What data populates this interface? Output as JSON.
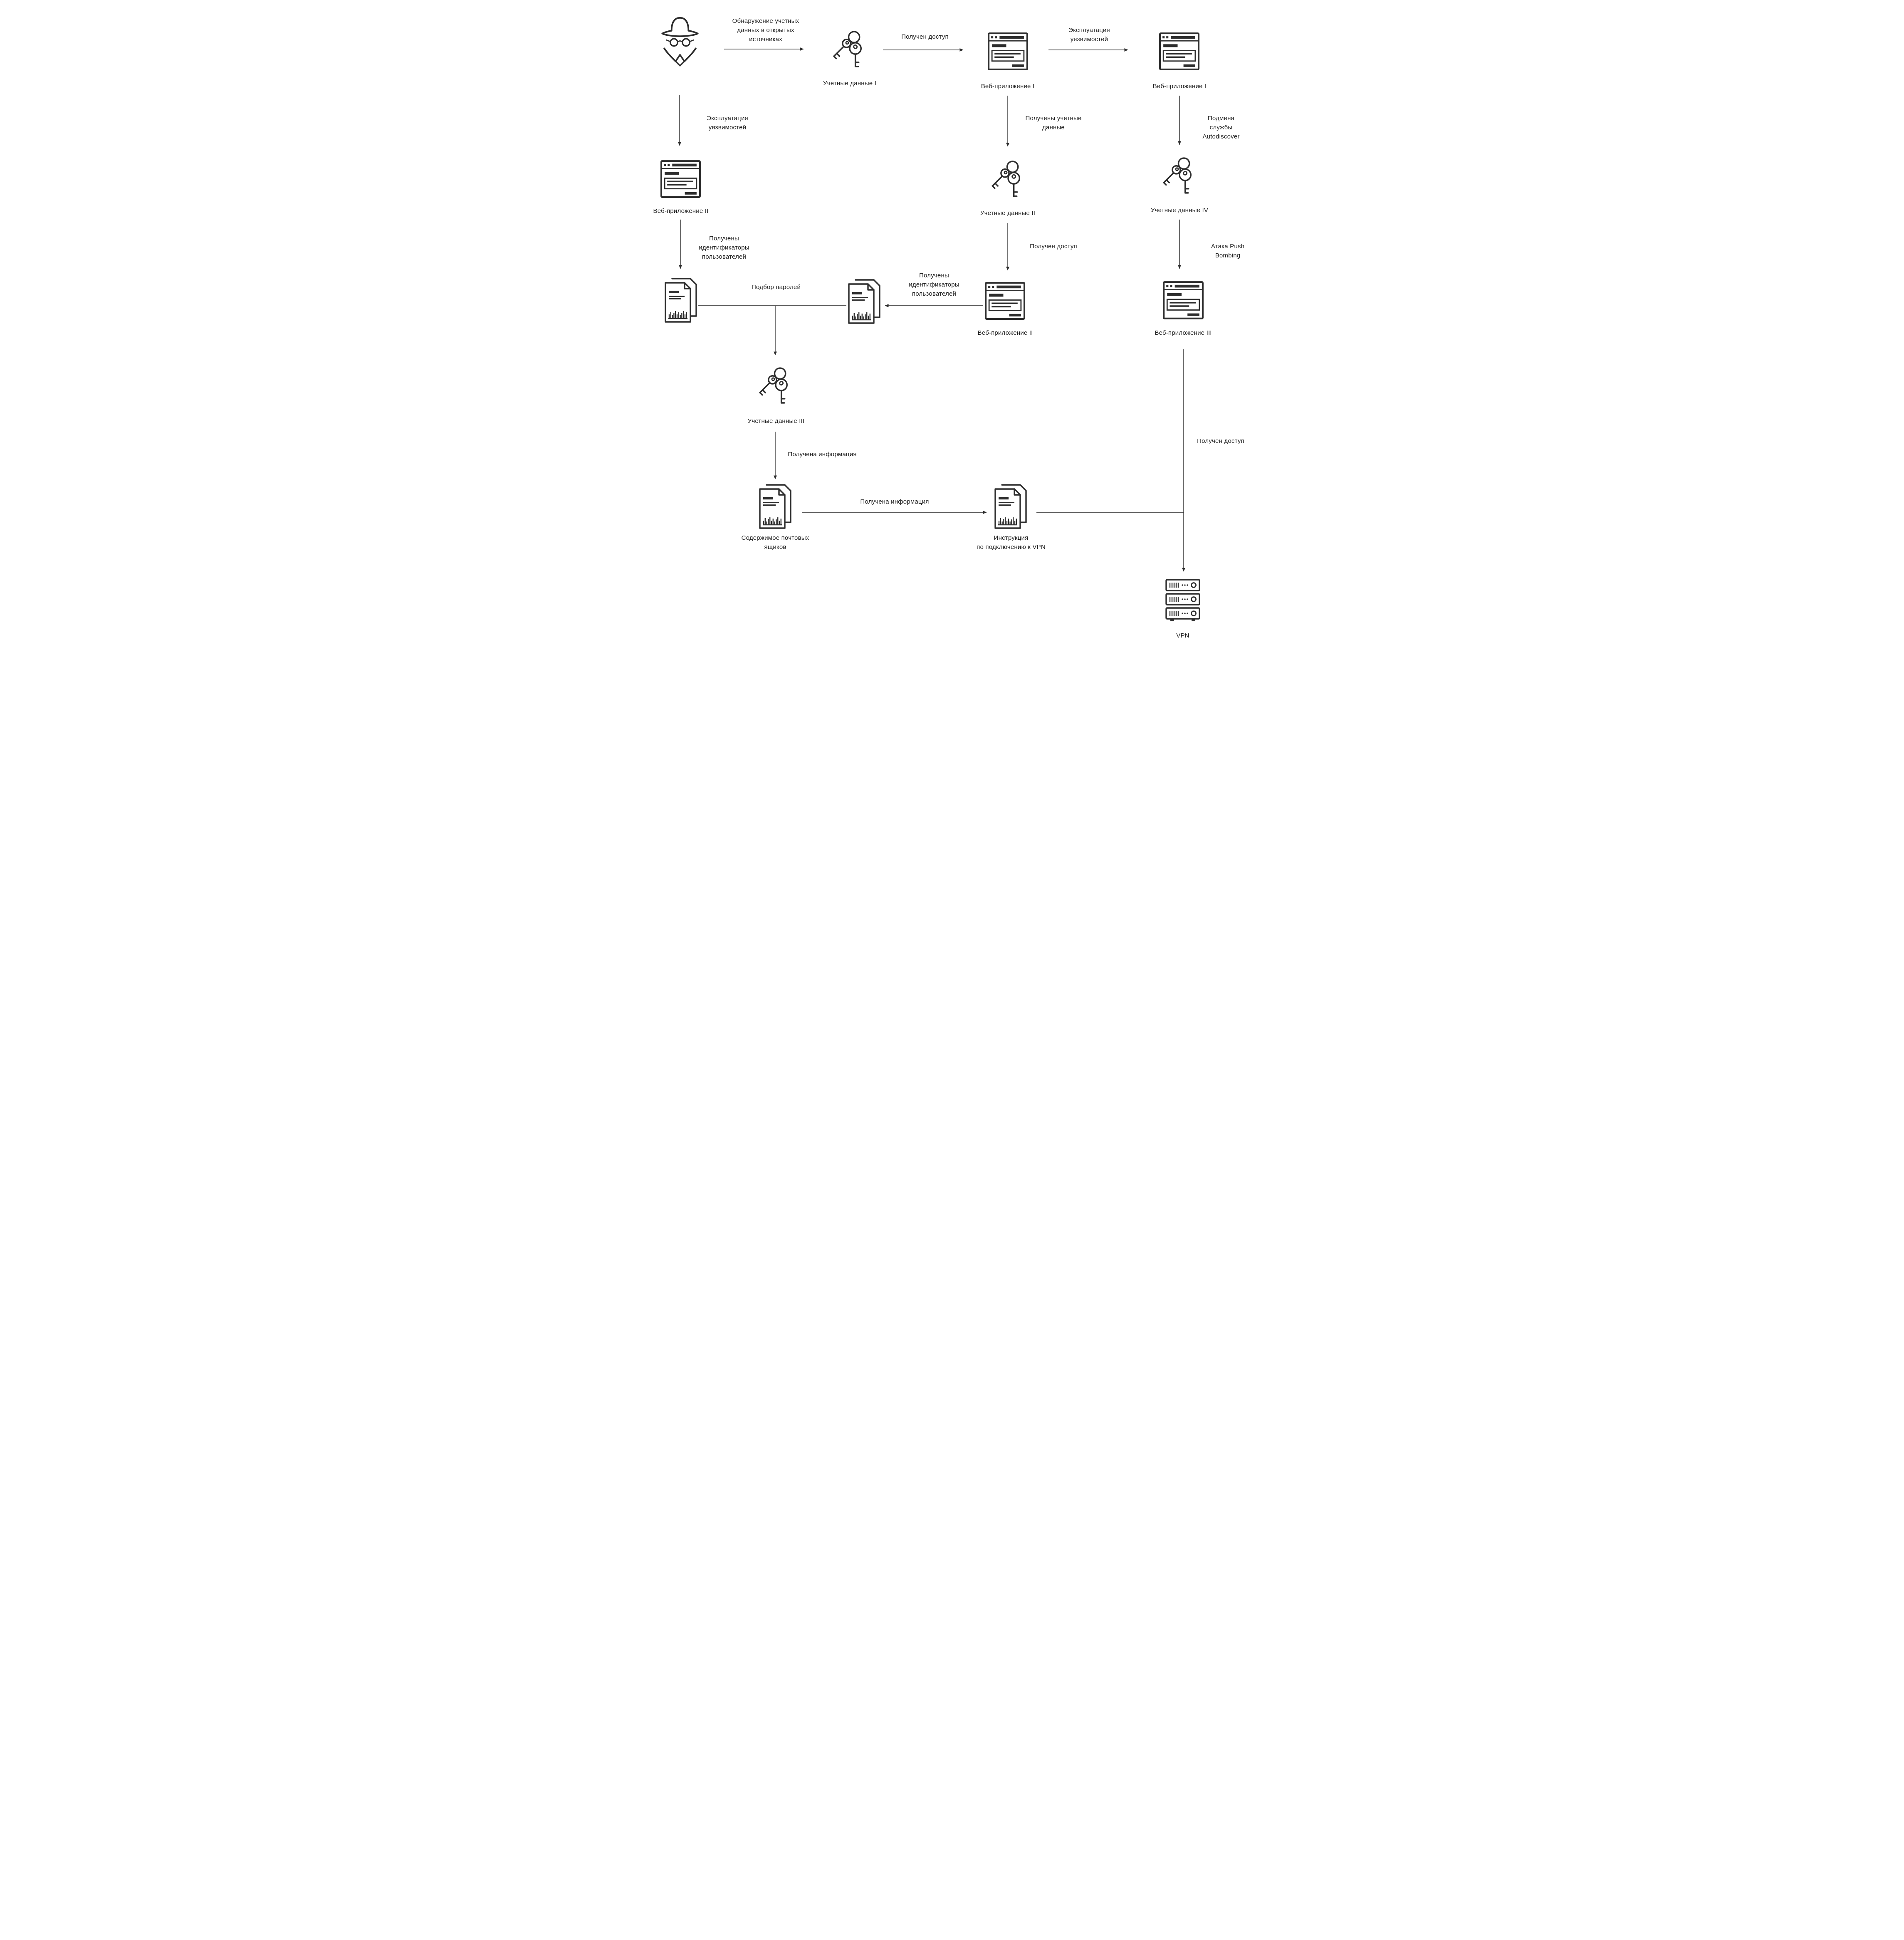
{
  "style": {
    "ink": "#2d2d2d",
    "background": "#ffffff"
  },
  "diagram": {
    "nodes": {
      "attacker": {
        "label": "",
        "icon": "spy-icon"
      },
      "credentials_1": {
        "label": "Учетные данные I",
        "icon": "keys-icon"
      },
      "webapp_1_first": {
        "label": "Веб-приложение I",
        "icon": "browser-window-icon"
      },
      "webapp_1_second": {
        "label": "Веб-приложение I",
        "icon": "browser-window-icon"
      },
      "webapp_2_first": {
        "label": "Веб-приложение II",
        "icon": "browser-window-icon"
      },
      "credentials_2": {
        "label": "Учетные данные II",
        "icon": "keys-icon"
      },
      "credentials_4": {
        "label": "Учетные данные IV",
        "icon": "keys-icon"
      },
      "user_ids_1": {
        "label": "",
        "icon": "document-report-icon"
      },
      "user_ids_2": {
        "label": "",
        "icon": "document-report-icon"
      },
      "webapp_2_second": {
        "label": "Веб-приложение II",
        "icon": "browser-window-icon"
      },
      "webapp_3": {
        "label": "Веб-приложение III",
        "icon": "browser-window-icon"
      },
      "credentials_3": {
        "label": "Учетные данные III",
        "icon": "keys-icon"
      },
      "mailbox_contents": {
        "label": "Содержимое почтовых\nящиков",
        "icon": "document-report-icon"
      },
      "vpn_instructions": {
        "label": "Инструкция\nпо подключению к VPN",
        "icon": "document-report-icon"
      },
      "vpn": {
        "label": "VPN",
        "icon": "server-stack-icon"
      }
    },
    "edges": {
      "osint": {
        "label": "Обнаружение учетных\nданных в открытых\nисточниках"
      },
      "access_1": {
        "label": "Получен доступ"
      },
      "exploit_1": {
        "label": "Эксплуатация\nуязвимостей"
      },
      "exploit_2": {
        "label": "Эксплуатация\nуязвимостей"
      },
      "got_credentials": {
        "label": "Получены учетные\nданные"
      },
      "autodiscover_spoof": {
        "label": "Подмена службы\nAutodiscover"
      },
      "got_user_ids_1": {
        "label": "Получены\nидентификаторы\nпользователей"
      },
      "access_2": {
        "label": "Получен доступ"
      },
      "push_bombing": {
        "label": "Атака Push Bombing"
      },
      "got_user_ids_2": {
        "label": "Получены\nидентификаторы\nпользователей"
      },
      "password_guessing": {
        "label": "Подбор паролей"
      },
      "info_1": {
        "label": "Получена информация"
      },
      "info_2": {
        "label": "Получена информация"
      },
      "access_3": {
        "label": "Получен доступ"
      }
    }
  }
}
